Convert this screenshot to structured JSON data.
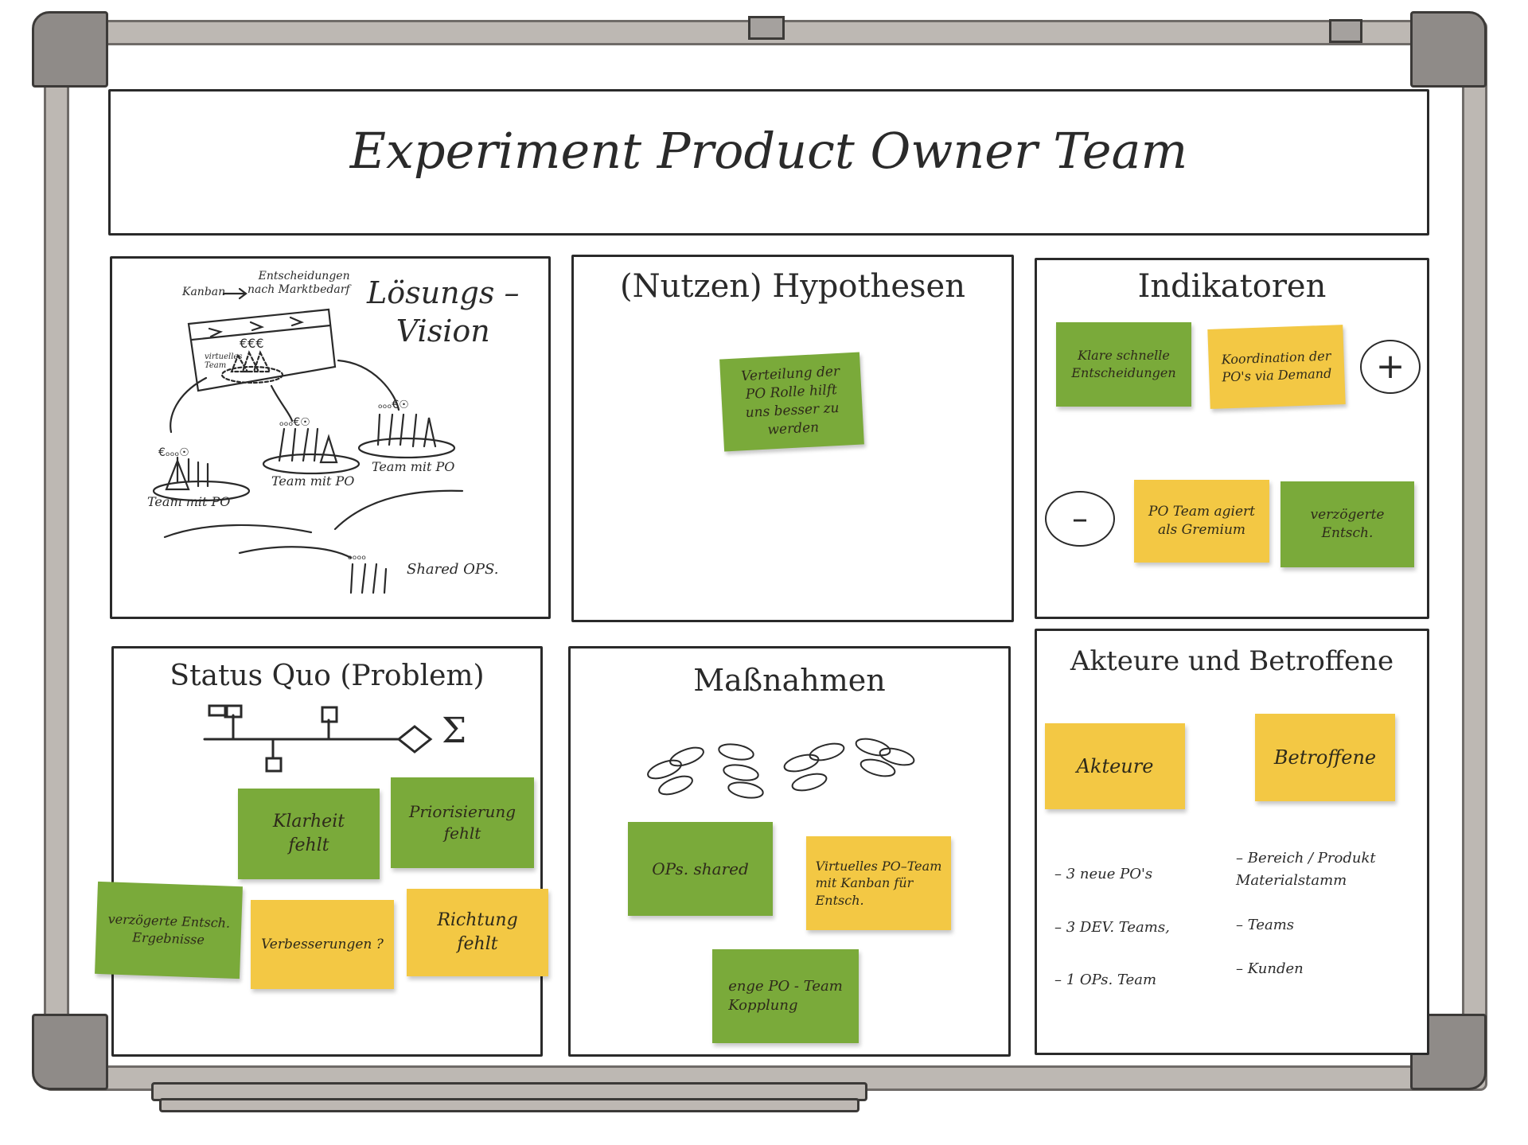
{
  "title": "Experiment Product Owner Team",
  "colors": {
    "green_note": "#7aaa3a",
    "yellow_note": "#f3c844",
    "frame": "#bdb8b3",
    "ink": "#2a2a2a"
  },
  "panels": {
    "vision": {
      "title": "Lösungs –\nVision",
      "sketch_labels": {
        "kanban": "Kanban",
        "decisions": "Entscheidungen\nnach Marktbedarf",
        "virtual_team": "virtuelles\nTeam",
        "team1": "Team mit PO",
        "team2": "Team mit PO",
        "team3": "Team mit PO",
        "shared_ops": "Shared OPS."
      },
      "icons": [
        "kanban-board-icon",
        "team-group-icon",
        "euro-coin-icon",
        "arrow-icon"
      ]
    },
    "hypotheses": {
      "title": "(Nutzen) Hypothesen",
      "notes": [
        {
          "text": "Verteilung der\nPO Rolle hilft\nuns besser zu\nwerden",
          "color": "green"
        }
      ]
    },
    "indicators": {
      "title": "Indikatoren",
      "plus_symbol": "+",
      "minus_symbol": "–",
      "positive_notes": [
        {
          "text": "Klare schnelle\nEntscheidungen",
          "color": "green"
        },
        {
          "text": "Koordination der\nPO's via Demand",
          "color": "yellow"
        }
      ],
      "negative_notes": [
        {
          "text": "PO Team agiert\nals Gremium",
          "color": "yellow"
        },
        {
          "text": "verzögerte\nEntsch.",
          "color": "green"
        }
      ]
    },
    "status_quo": {
      "title": "Status Quo (Problem)",
      "sigma": "Σ",
      "notes": [
        {
          "text": "Klarheit\nfehlt",
          "color": "green"
        },
        {
          "text": "Priorisierung\nfehlt",
          "color": "green"
        },
        {
          "text": "verzögerte Entsch.\nErgebnisse",
          "color": "green"
        },
        {
          "text": "Verbesserungen ?",
          "color": "yellow"
        },
        {
          "text": "Richtung\nfehlt",
          "color": "yellow"
        }
      ]
    },
    "measures": {
      "title": "Maßnahmen",
      "icons": [
        "footprints-icon"
      ],
      "notes": [
        {
          "text": "OPs. shared",
          "color": "green"
        },
        {
          "text": "Virtuelles PO–Team\nmit Kanban für\nEntsch.",
          "color": "yellow"
        },
        {
          "text": "enge PO - Team\nKopplung",
          "color": "green"
        }
      ]
    },
    "actors": {
      "title": "Akteure und Betroffene",
      "notes": [
        {
          "text": "Akteure",
          "color": "yellow"
        },
        {
          "text": "Betroffene",
          "color": "yellow"
        }
      ],
      "actors_list": [
        "3 neue PO's",
        "3 DEV. Teams,",
        "1 OPs. Team"
      ],
      "affected_list": [
        "Bereich / Produkt\nMaterialstamm",
        "Teams",
        "Kunden"
      ]
    }
  }
}
